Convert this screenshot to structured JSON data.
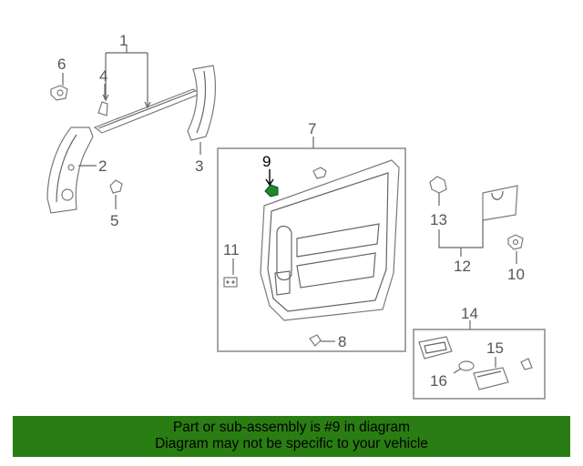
{
  "diagram": {
    "callouts": [
      "1",
      "2",
      "3",
      "4",
      "5",
      "6",
      "7",
      "8",
      "9",
      "10",
      "11",
      "12",
      "13",
      "14",
      "15",
      "16"
    ],
    "highlighted_part": "9",
    "colors": {
      "highlight": "#1c8a2a",
      "line": "#666666",
      "banner": "#2a7d12"
    }
  },
  "banner": {
    "line1": "Part or sub-assembly is #9 in diagram",
    "line2": "Diagram may not be specific to your vehicle"
  }
}
